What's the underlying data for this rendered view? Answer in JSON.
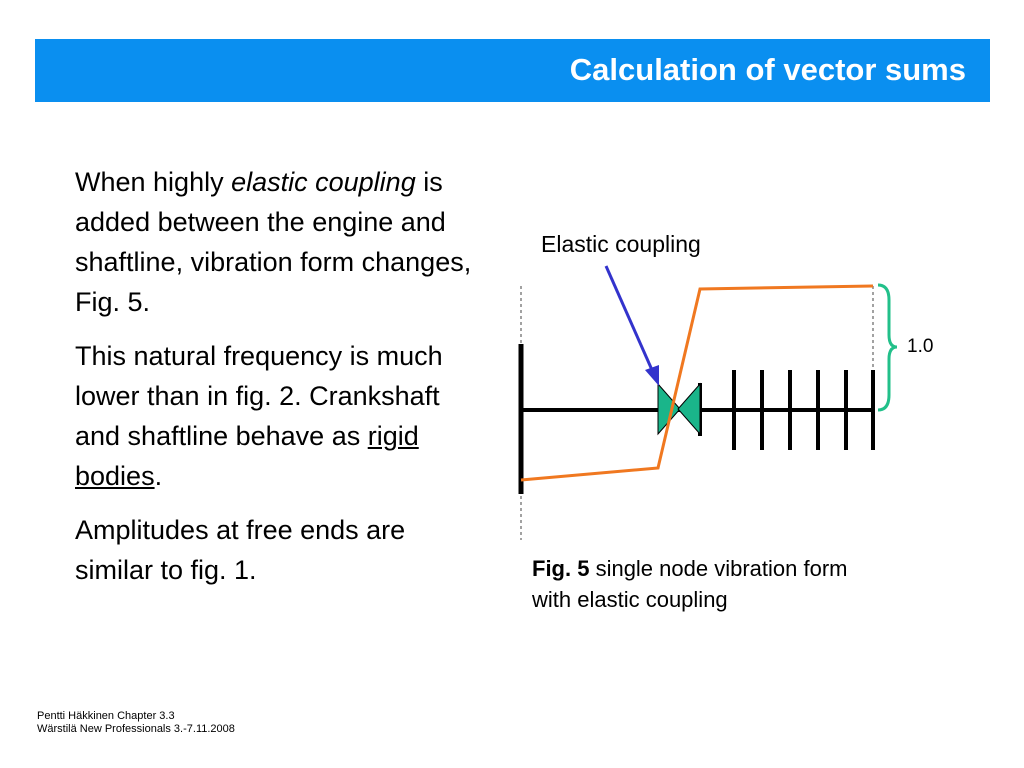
{
  "header": {
    "title": "Calculation of vector sums"
  },
  "body": {
    "p1": {
      "before": "When highly ",
      "italic": "elastic coupling",
      "after": " is added between the engine and shaftline, vibration form changes, Fig. 5."
    },
    "p2": {
      "before": "This natural frequency is much lower than in fig. 2. Crankshaft and shaftline behave as ",
      "underlined": "rigid bodies",
      "after": "."
    },
    "p3": "Amplitudes at free ends are similar to fig. 1."
  },
  "figure": {
    "coupling_label": "Elastic coupling",
    "amplitude_label": "1.0",
    "caption_bold": "Fig. 5",
    "caption_rest": " single node vibration form with elastic coupling",
    "colors": {
      "shaft": "#000000",
      "mode_line": "#f07820",
      "arrow": "#3333cc",
      "coupling": "#1ab58a",
      "brace": "#22c08a"
    }
  },
  "footer": {
    "line1": "Pentti Häkkinen Chapter 3.3",
    "line2": "Wärstilä New Professionals 3.-7.11.2008"
  }
}
